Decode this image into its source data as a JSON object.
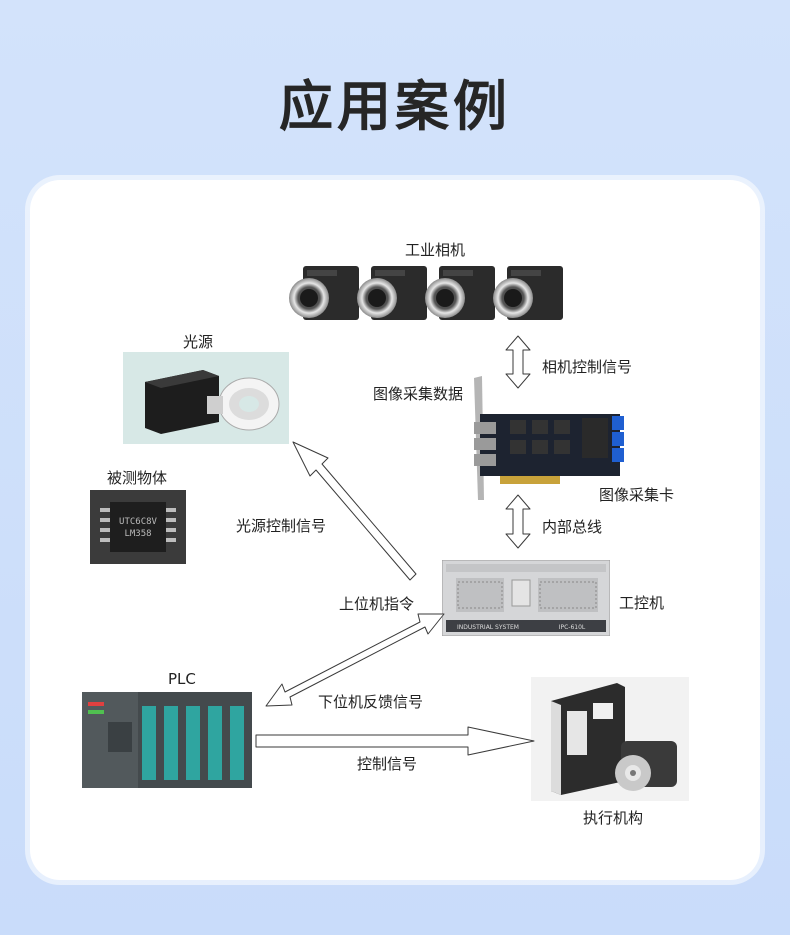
{
  "page": {
    "title": "应用案例"
  },
  "diagram": {
    "nodes": {
      "camera": "工业相机",
      "light": "光源",
      "object": "被测物体",
      "capture_card": "图像采集卡",
      "ipc": "工控机",
      "plc": "PLC",
      "actuator": "执行机构"
    },
    "edges": {
      "camera_control": "相机控制信号",
      "image_data": "图像采集数据",
      "internal_bus": "内部总线",
      "light_control": "光源控制信号",
      "host_command": "上位机指令",
      "feedback": "下位机反馈信号",
      "control_signal": "控制信号"
    },
    "device_text": {
      "ipc_left": "INDUSTRIAL SYSTEM",
      "ipc_right": "IPC-610L",
      "chip_line1": "UTC6C8V",
      "chip_line2": "LM358"
    }
  }
}
